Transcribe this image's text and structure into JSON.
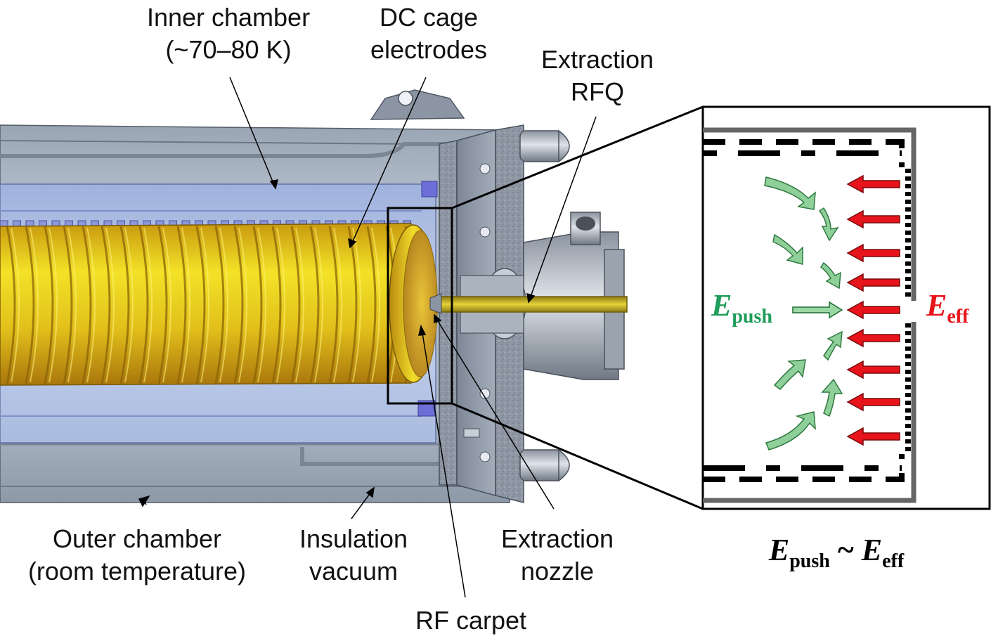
{
  "labels": {
    "inner_chamber": {
      "line1": "Inner chamber",
      "line2": "(~70–80 K)"
    },
    "dc_cage": {
      "line1": "DC cage",
      "line2": "electrodes"
    },
    "extraction_rfq": {
      "line1": "Extraction",
      "line2": "RFQ"
    },
    "outer_chamber": {
      "line1": "Outer chamber",
      "line2": "(room temperature)"
    },
    "insulation_vacuum": {
      "line1": "Insulation",
      "line2": "vacuum"
    },
    "extraction_nozzle": {
      "line1": "Extraction",
      "line2": "nozzle"
    },
    "rf_carpet": "RF carpet"
  },
  "inset": {
    "e_push_symbol": "E",
    "e_push_subscript": "push",
    "e_eff_symbol": "E",
    "e_eff_subscript": "eff",
    "relation_tilde": "~"
  },
  "colors": {
    "green_field": "#1f9d5a",
    "red_field": "#e8141b",
    "gold_electrode": "#d9b60d",
    "chamber_blue": "#aebfe0",
    "chamber_grey": "#8c96a6"
  }
}
